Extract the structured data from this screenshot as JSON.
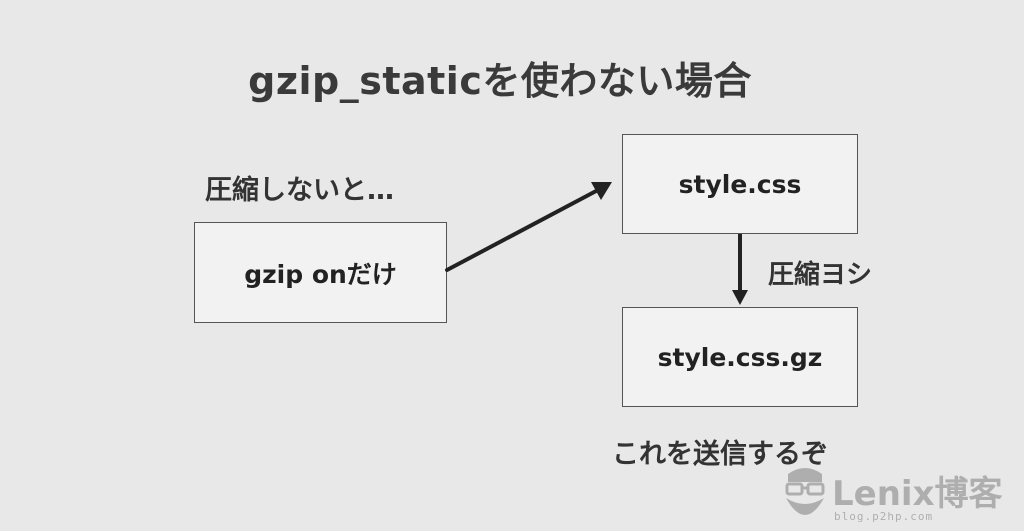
{
  "diagram": {
    "title": "gzip_staticを使わない場合",
    "note_uncompressed": "圧縮しないと…",
    "box_gzip_on": "gzip onだけ",
    "box_style_css": "style.css",
    "box_style_css_gz": "style.css.gz",
    "edge_compress_label": "圧縮ヨシ",
    "note_send": "これを送信するぞ"
  },
  "watermark": {
    "name": "Lenix博客",
    "url": "blog.p2hp.com",
    "icon": "bearded-face-with-glasses-icon"
  },
  "colors": {
    "background": "#e8e8e8",
    "box_fill": "#f2f2f2",
    "box_border": "#555555",
    "arrow": "#222222",
    "text": "#333333"
  }
}
